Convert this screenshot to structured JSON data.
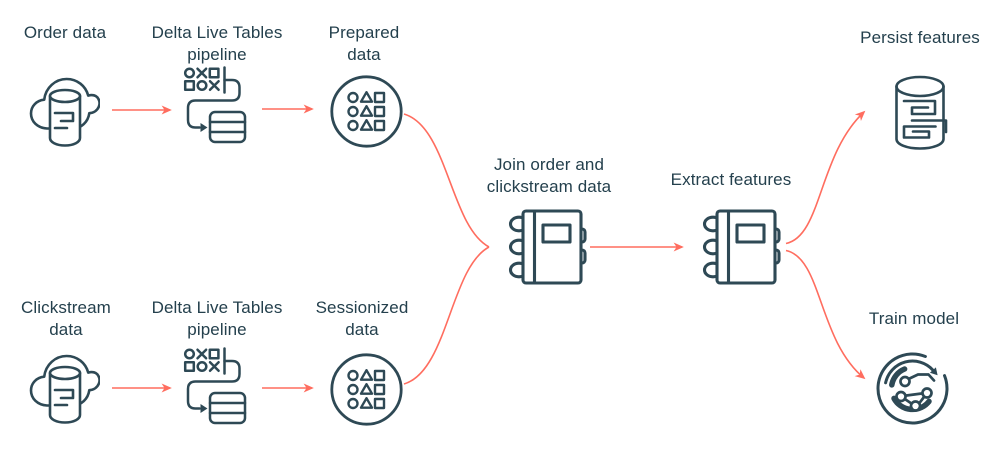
{
  "diagram": {
    "colors": {
      "icon_stroke": "#2E4955",
      "text": "#24404D",
      "arrow": "#FF6D5F",
      "background": "#FFFFFF"
    },
    "nodes": [
      {
        "id": "order-data",
        "label": "Order data",
        "icon": "cloud-database-icon"
      },
      {
        "id": "dlt-pipeline-top",
        "label": "Delta Live Tables\npipeline",
        "icon": "delta-live-tables-pipeline-icon"
      },
      {
        "id": "prepared-data",
        "label": "Prepared\ndata",
        "icon": "dataset-icon"
      },
      {
        "id": "join-order-clickstream",
        "label": "Join order and\nclickstream data",
        "icon": "notebook-icon"
      },
      {
        "id": "extract-features",
        "label": "Extract features",
        "icon": "notebook-icon"
      },
      {
        "id": "persist-features",
        "label": "Persist features",
        "icon": "feature-store-icon"
      },
      {
        "id": "clickstream-data",
        "label": "Clickstream\ndata",
        "icon": "cloud-database-icon"
      },
      {
        "id": "dlt-pipeline-bottom",
        "label": "Delta Live Tables\npipeline",
        "icon": "delta-live-tables-pipeline-icon"
      },
      {
        "id": "sessionized-data",
        "label": "Sessionized\ndata",
        "icon": "dataset-icon"
      },
      {
        "id": "train-model",
        "label": "Train model",
        "icon": "model-training-icon"
      }
    ],
    "edges": [
      {
        "from": "order-data",
        "to": "dlt-pipeline-top",
        "style": "straight-arrow"
      },
      {
        "from": "dlt-pipeline-top",
        "to": "prepared-data",
        "style": "straight-arrow"
      },
      {
        "from": "prepared-data",
        "to": "join-order-clickstream",
        "style": "curve"
      },
      {
        "from": "clickstream-data",
        "to": "dlt-pipeline-bottom",
        "style": "straight-arrow"
      },
      {
        "from": "dlt-pipeline-bottom",
        "to": "sessionized-data",
        "style": "straight-arrow"
      },
      {
        "from": "sessionized-data",
        "to": "join-order-clickstream",
        "style": "curve"
      },
      {
        "from": "join-order-clickstream",
        "to": "extract-features",
        "style": "straight-arrow"
      },
      {
        "from": "extract-features",
        "to": "persist-features",
        "style": "curve-arrow"
      },
      {
        "from": "extract-features",
        "to": "train-model",
        "style": "curve-arrow"
      }
    ]
  }
}
